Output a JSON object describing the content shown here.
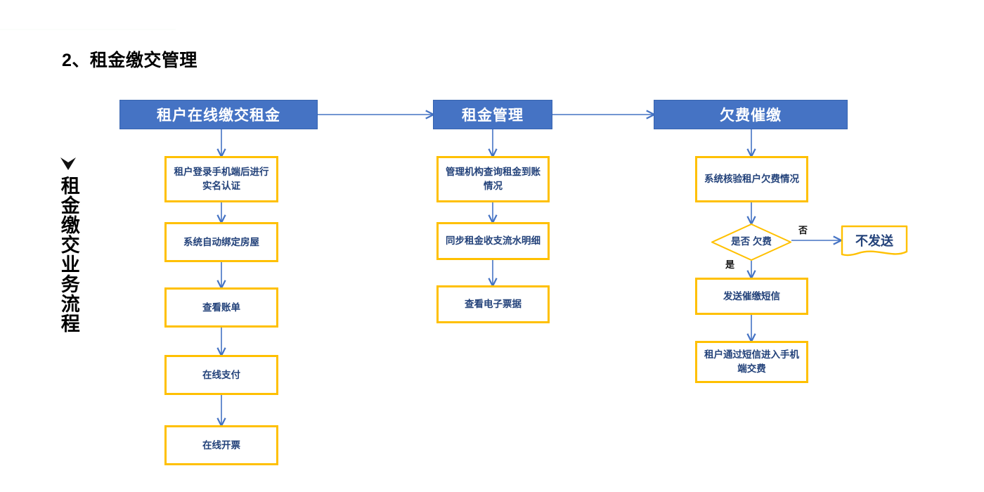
{
  "page": {
    "title": "2、租金缴交管理",
    "side_label": "租金缴交业务流程",
    "side_icon": "chevron-down-icon",
    "colors": {
      "header_fill": "#4573C4",
      "node_border": "#FFC000",
      "node_text": "#23427A",
      "connector": "#4573C4",
      "label_text": "#111111",
      "background": "#FFFFFF"
    }
  },
  "columns": [
    {
      "id": "tenant-online-payment",
      "header": "租户在线缴交租金",
      "steps": [
        {
          "id": "step-realname",
          "label": "租户登录手机端后进行实名认证"
        },
        {
          "id": "step-bind-house",
          "label": "系统自动绑定房屋"
        },
        {
          "id": "step-view-bill",
          "label": "查看账单"
        },
        {
          "id": "step-online-pay",
          "label": "在线支付"
        },
        {
          "id": "step-online-invoice",
          "label": "在线开票"
        }
      ]
    },
    {
      "id": "rent-management",
      "header": "租金管理",
      "steps": [
        {
          "id": "step-query-arrival",
          "label": "管理机构查询租金到账情况"
        },
        {
          "id": "step-sync-flow",
          "label": "同步租金收支流水明细"
        },
        {
          "id": "step-view-ereceipt",
          "label": "查看电子票据"
        }
      ]
    },
    {
      "id": "arrears-reminder",
      "header": "欠费催缴",
      "steps": [
        {
          "id": "step-verify-arrears",
          "label": "系统核验租户欠费情况"
        },
        {
          "id": "decision-arrears",
          "label": "是否\n欠费",
          "shape": "diamond"
        },
        {
          "id": "step-send-sms",
          "label": "发送催缴短信"
        },
        {
          "id": "step-tenant-pay-sms",
          "label": "租户通过短信进入手机端交费"
        }
      ],
      "branch": {
        "id": "node-no-send",
        "label": "不发送",
        "shape": "wave"
      },
      "edge_labels": {
        "no": "否",
        "yes": "是"
      }
    }
  ]
}
